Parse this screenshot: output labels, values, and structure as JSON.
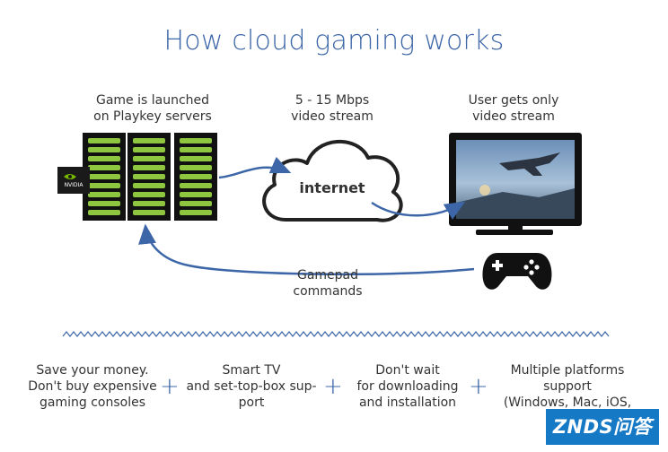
{
  "title": "How cloud gaming works",
  "servers": {
    "caption": "Game is launched\non Playkey servers",
    "gpu_badge": "NVIDIA"
  },
  "stream": {
    "caption": "5 - 15 Mbps\nvideo stream"
  },
  "cloud": {
    "label": "internet"
  },
  "user": {
    "caption": "User gets only\nvideo stream"
  },
  "gamepad": {
    "caption": "Gamepad\ncommands"
  },
  "benefits": [
    {
      "text": "Save your money.\nDon't buy expensive\ngaming consoles"
    },
    {
      "text": "Smart TV\nand set-top-box sup-\nport"
    },
    {
      "text": "Don't wait\nfor downloading\nand installation"
    },
    {
      "text": "Multiple platforms\nsupport\n(Windows, Mac, iOS,\nAnd"
    }
  ],
  "plus_sign": "+",
  "watermark": "ZNDS问答",
  "colors": {
    "accent": "#3c66a8",
    "server_green": "#8ec63f",
    "nvidia_green": "#76b900"
  }
}
